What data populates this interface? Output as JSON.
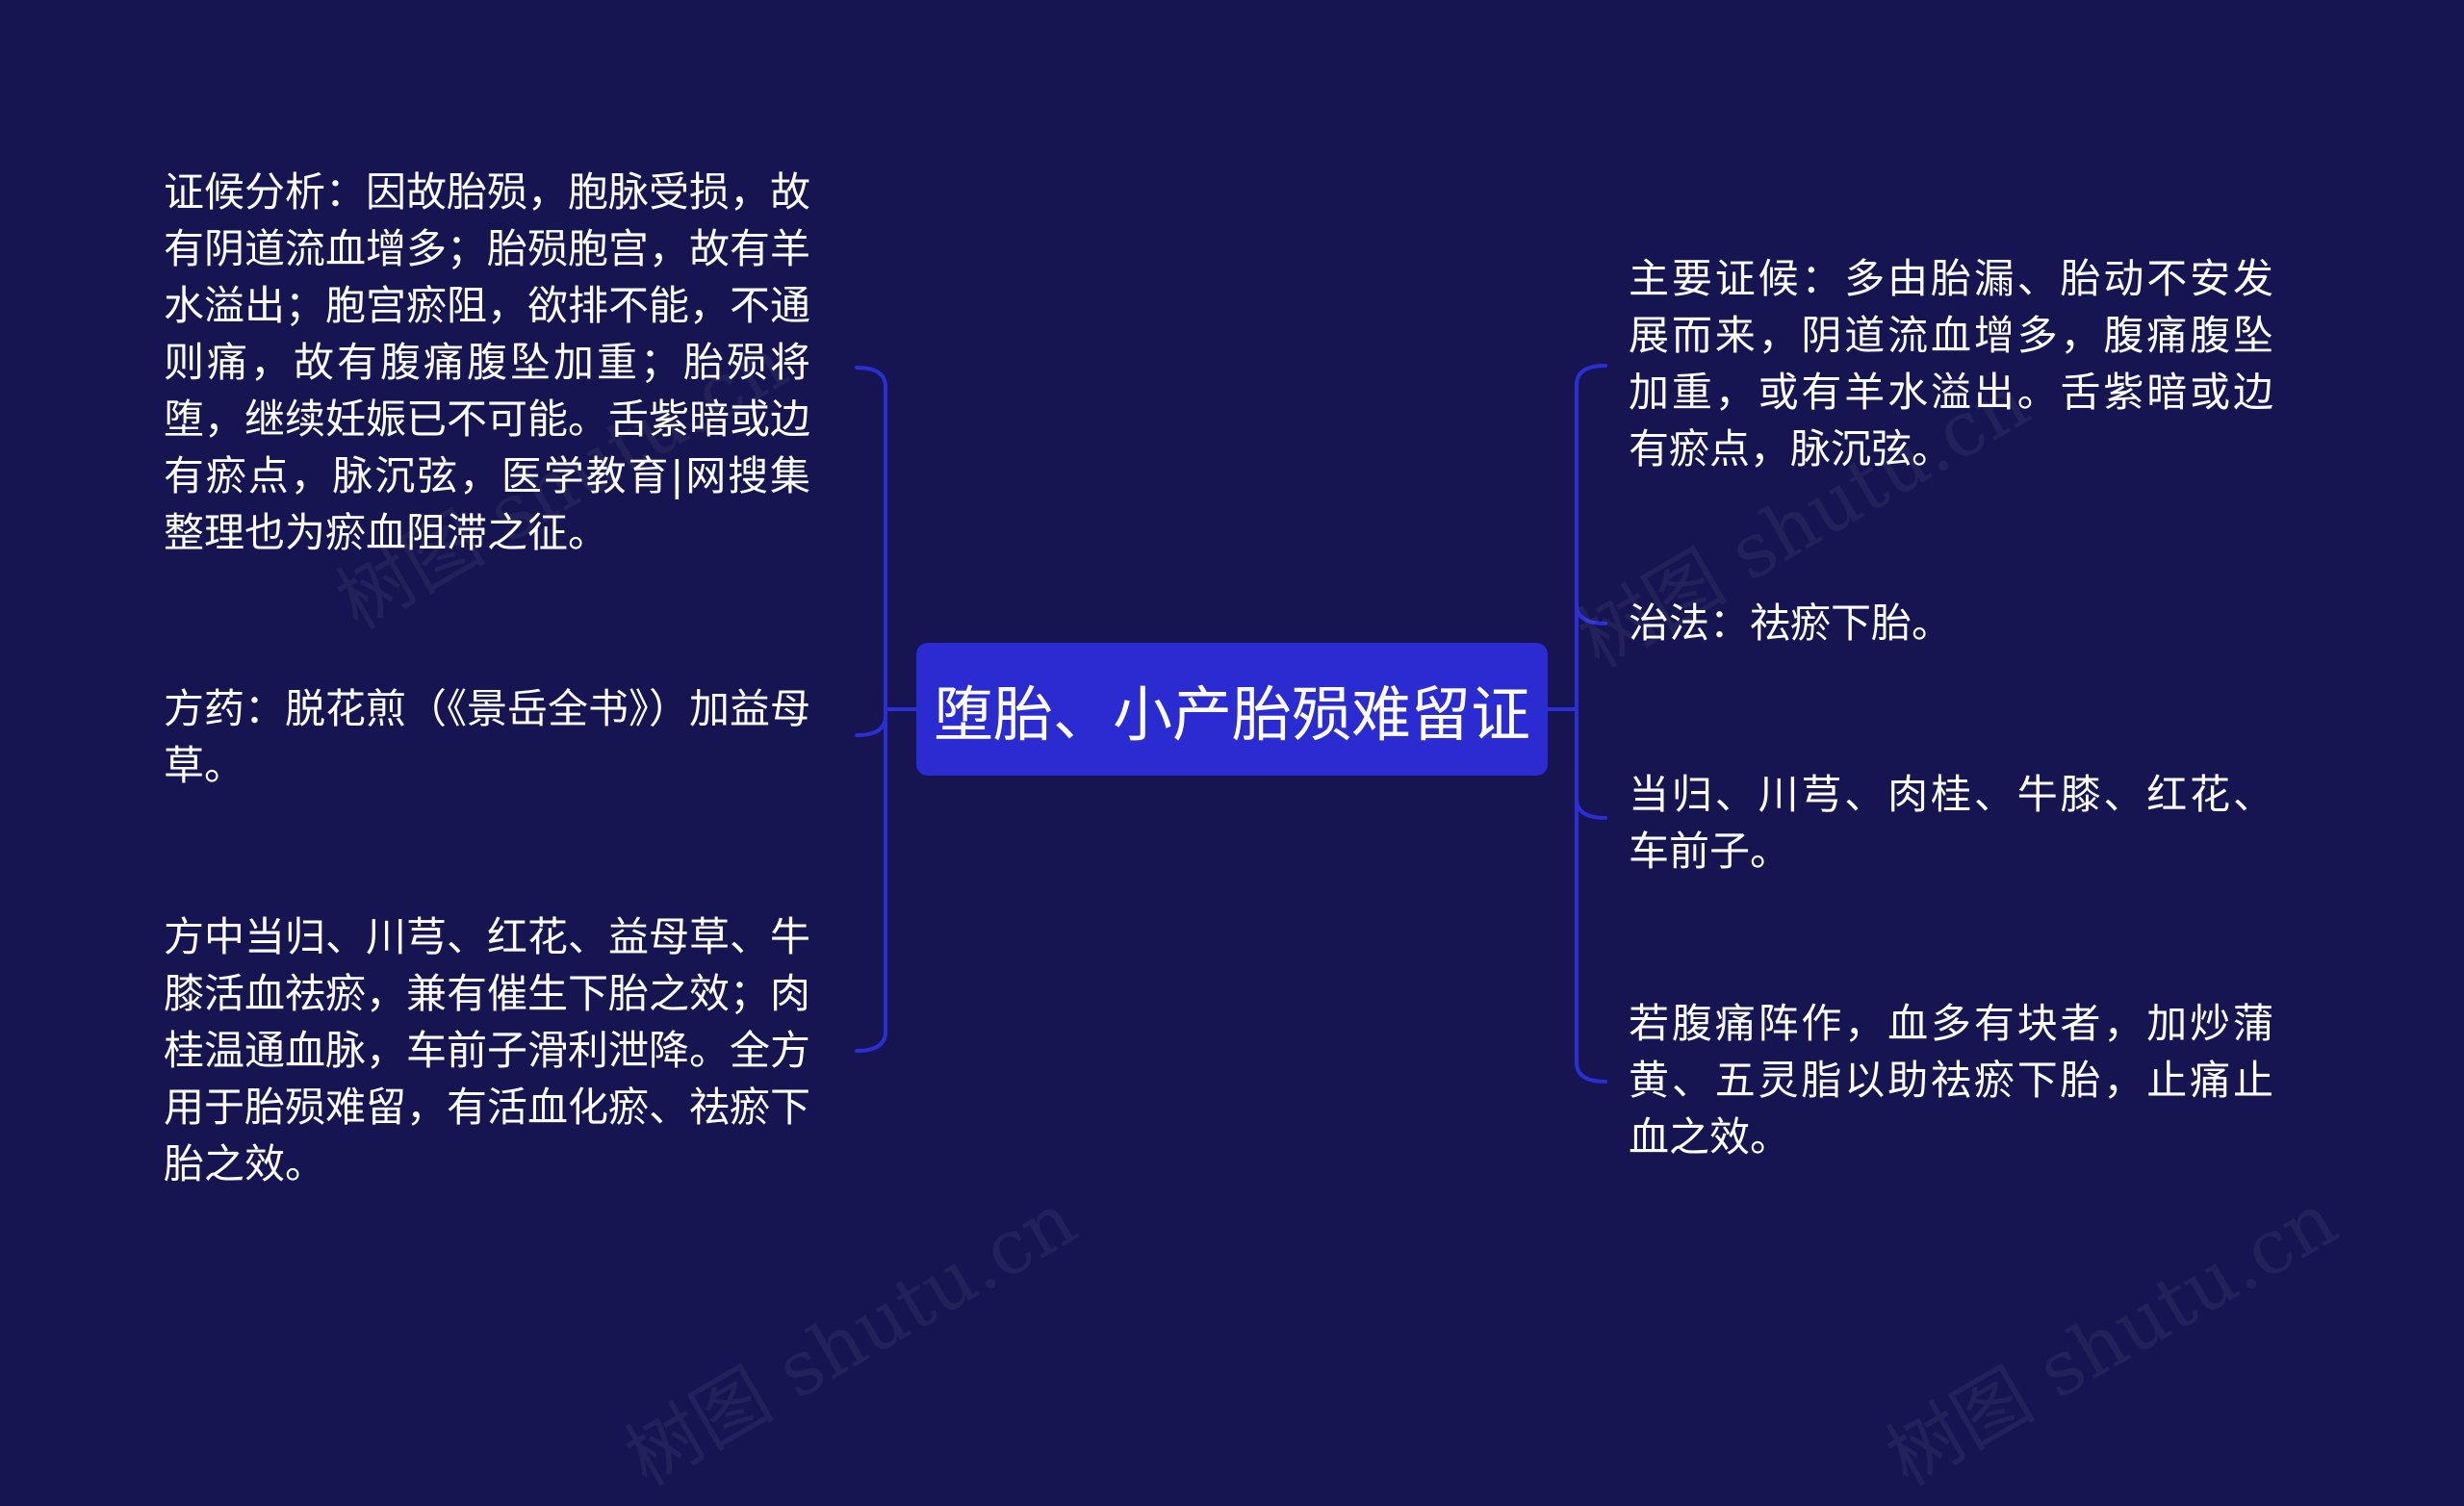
{
  "central_topic": "堕胎、小产胎殒难留证",
  "left_branches": [
    {
      "text": "证候分析：因故胎殒，胞脉受损，故有阴道流血增多；胎殒胞宫，故有羊水溢出；胞宫瘀阻，欲排不能，不通则痛，故有腹痛腹坠加重；胎殒将堕，继续妊娠已不可能。舌紫暗或边有瘀点，脉沉弦，医学教育|网搜集整理也为瘀血阻滞之征。"
    },
    {
      "text": "方药：脱花煎（《景岳全书》）加益母草。"
    },
    {
      "text": "方中当归、川芎、红花、益母草、牛膝活血祛瘀，兼有催生下胎之效；肉桂温通血脉，车前子滑利泄降。全方用于胎殒难留，有活血化瘀、祛瘀下胎之效。"
    }
  ],
  "right_branches": [
    {
      "text": "主要证候：多由胎漏、胎动不安发展而来，阴道流血增多，腹痛腹坠加重，或有羊水溢出。舌紫暗或边有瘀点，脉沉弦。"
    },
    {
      "text": "治法：祛瘀下胎。"
    },
    {
      "text": "当归、川芎、肉桂、牛膝、红花、车前子。"
    },
    {
      "text": "若腹痛阵作，血多有块者，加炒蒲黄、五灵脂以助祛瘀下胎，止痛止血之效。"
    }
  ],
  "watermark_text": "树图 shutu.cn",
  "colors": {
    "background": "#171551",
    "central_node": "#2a2cd2",
    "connector": "#2b2fd3",
    "text": "#ffffff"
  }
}
